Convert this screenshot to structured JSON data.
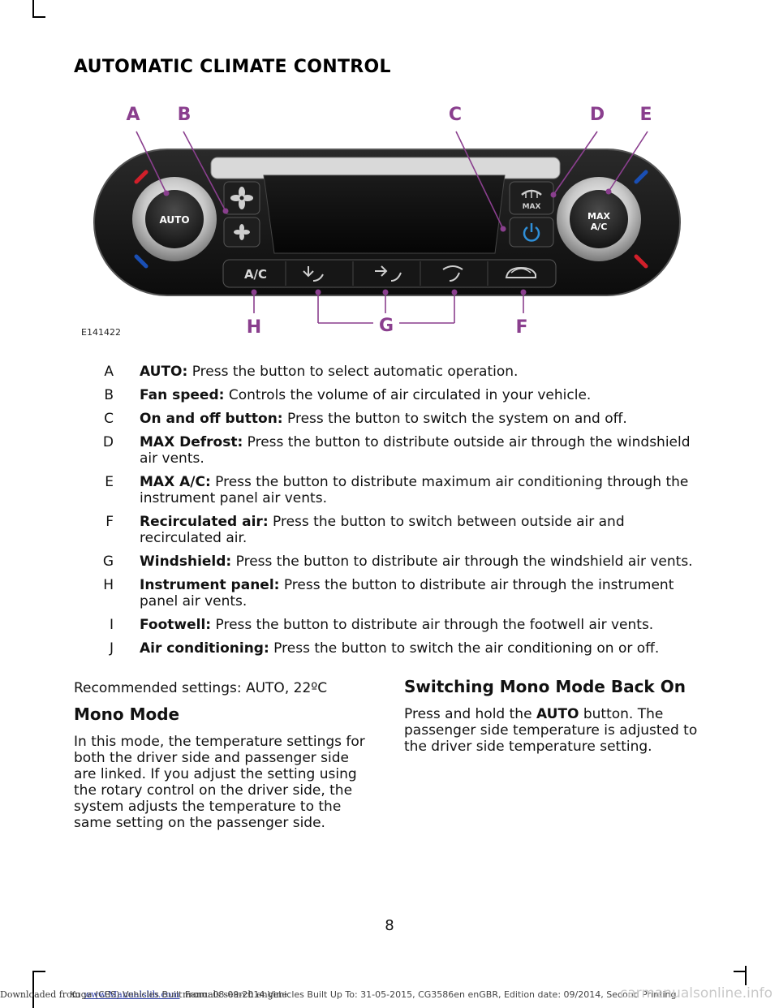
{
  "page": {
    "section_title": "AUTOMATIC CLIMATE CONTROL",
    "page_number": "8"
  },
  "figure": {
    "code": "E141422",
    "callouts": [
      "A",
      "B",
      "C",
      "D",
      "E",
      "F",
      "G",
      "H"
    ],
    "buttons": {
      "auto": "AUTO",
      "max": "MAX",
      "max_ac_line1": "MAX",
      "max_ac_line2": "A/C",
      "ac": "A/C"
    },
    "colors": {
      "callout": "#8a3f8e",
      "hot": "#d11f2a",
      "cold": "#1a4fb4"
    }
  },
  "legend": [
    {
      "key": "A",
      "term": "AUTO:",
      "text": " Press the button to select automatic operation."
    },
    {
      "key": "B",
      "term": "Fan speed:",
      "text": " Controls the volume of air circulated in your vehicle."
    },
    {
      "key": "C",
      "term": "On and off button:",
      "text": " Press the button to switch the system on and off."
    },
    {
      "key": "D",
      "term": "MAX Defrost:",
      "text": " Press the button to distribute outside air through the windshield air vents."
    },
    {
      "key": "E",
      "term": "MAX A/C:",
      "text": " Press the button to distribute maximum air conditioning through the instrument panel air vents."
    },
    {
      "key": "F",
      "term": "Recirculated air:",
      "text": " Press the button to switch between outside air and recirculated air."
    },
    {
      "key": "G",
      "term": "Windshield:",
      "text": " Press the button to distribute air through the windshield air vents."
    },
    {
      "key": "H",
      "term": "Instrument panel:",
      "text": " Press the button to distribute air through the instrument panel air vents."
    },
    {
      "key": "I",
      "term": "Footwell:",
      "text": " Press the button to distribute air through the footwell air vents."
    },
    {
      "key": "J",
      "term": "Air conditioning:",
      "text": " Press the button to switch the air conditioning on or off."
    }
  ],
  "left_column": {
    "recommended": "Recommended settings: AUTO, 22ºC",
    "heading": "Mono Mode",
    "body": "In this mode, the temperature settings for both the driver side and passenger side are linked. If you adjust the setting using the rotary control on the driver side, the system adjusts the temperature to the same setting on the passenger side."
  },
  "right_column": {
    "heading": "Switching Mono Mode Back On",
    "body_before": "Press and hold the ",
    "body_bold": "AUTO",
    "body_after": " button. The passenger side temperature is adjusted to the driver side temperature setting."
  },
  "footer": {
    "downloaded_prefix": "Downloaded from ",
    "site_link": "www.Manualslib.com",
    "downloaded_suffix": " manuals search engine",
    "doc_id": "Kuga (CBS) Vehicles Built From: 08-09-2014 Vehicles Built Up To: 31-05-2015, CG3586en enGBR, Edition date: 09/2014, Second Printing",
    "watermark": "carmanualsonline.info"
  }
}
